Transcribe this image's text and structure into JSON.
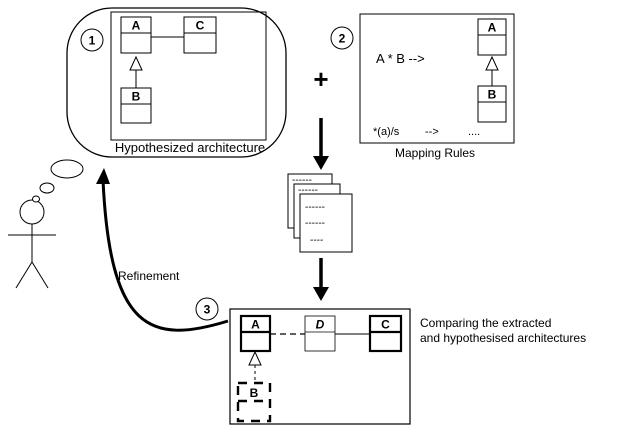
{
  "panel1": {
    "number": "1",
    "caption": "Hypothesized architecture",
    "class_a": "A",
    "class_b": "B",
    "class_c": "C"
  },
  "plus_sign": "+",
  "panel2": {
    "number": "2",
    "caption": "Mapping Rules",
    "rule1": "A * B -->",
    "rule2_left": "*(a)/s",
    "rule2_arrow": "-->",
    "rule2_right": "....",
    "class_a": "A",
    "class_b": "B"
  },
  "documents": {
    "lines": [
      "------",
      "------",
      "------",
      "------",
      "----"
    ]
  },
  "refinement_label": "Refinement",
  "panel3": {
    "number": "3",
    "caption_line1": "Comparing the extracted",
    "caption_line2": "and hypothesised architectures",
    "class_a": "A",
    "class_d": "D",
    "class_c": "C",
    "class_b": "B"
  }
}
